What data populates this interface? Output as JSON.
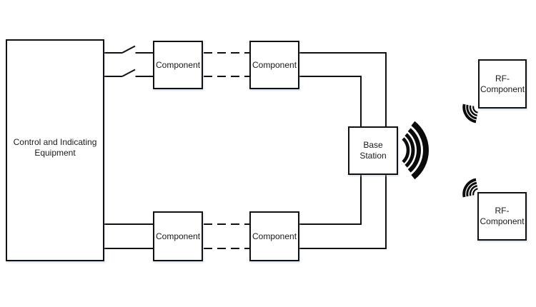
{
  "diagram": {
    "background_color": "#ffffff",
    "line_color": "#111111",
    "nodes": {
      "control": {
        "label": "Control and Indicating Equipment"
      },
      "component_top_1": {
        "label": "Component"
      },
      "component_top_2": {
        "label": "Component"
      },
      "component_bottom_1": {
        "label": "Component"
      },
      "component_bottom_2": {
        "label": "Component"
      },
      "base_station": {
        "label": "Base Station"
      },
      "rf_component_top": {
        "label": "RF-Component"
      },
      "rf_component_bottom": {
        "label": "RF-Component"
      }
    },
    "icons": {
      "base_station_signal": "wireless-signal-icon",
      "rf_top_signal": "wireless-signal-icon",
      "rf_bottom_signal": "wireless-signal-icon",
      "switch_top_1": "open-switch-icon",
      "switch_top_2": "open-switch-icon"
    },
    "connections": {
      "style_solid": "solid",
      "style_dashed": "dashed"
    }
  }
}
